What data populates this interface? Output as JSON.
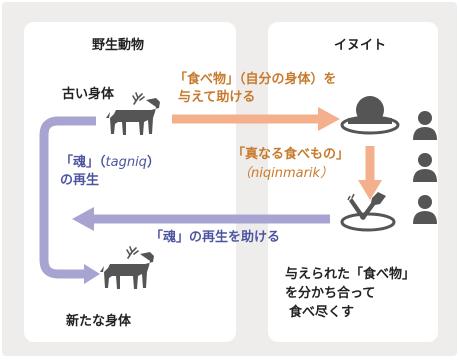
{
  "panels": {
    "wild": {
      "title": "野生動物"
    },
    "inuit": {
      "title": "イヌイト"
    }
  },
  "labels": {
    "old_body": "古い身体",
    "new_body": "新たな身体",
    "give_food_line1": "「食べ物」（自分の身体）を",
    "give_food_line2": "与えて助ける",
    "true_food": "「真なる食べもの」",
    "true_food_term": "（niqinmarik）",
    "soul_line1_a": "「魂」（",
    "soul_term": "tagniq",
    "soul_line1_b": "）",
    "soul_line2": "の再生",
    "help_rebirth": "「魂」の再生を助ける",
    "share_line1": "与えられた「食べ物」",
    "share_line2": "を分かち合って",
    "share_line3": "食べ尽くす"
  },
  "icons": [
    "caribou-icon",
    "serving-dish-icon",
    "person-icon",
    "fork-knife-icon"
  ],
  "colors": {
    "background": "#efedeb",
    "panel": "#ffffff",
    "orange_arrow": "#f4b08c",
    "orange_text": "#c87a2c",
    "purple_arrow": "#a8a4d2",
    "purple_text": "#4d55a0",
    "icon": "#555555"
  }
}
